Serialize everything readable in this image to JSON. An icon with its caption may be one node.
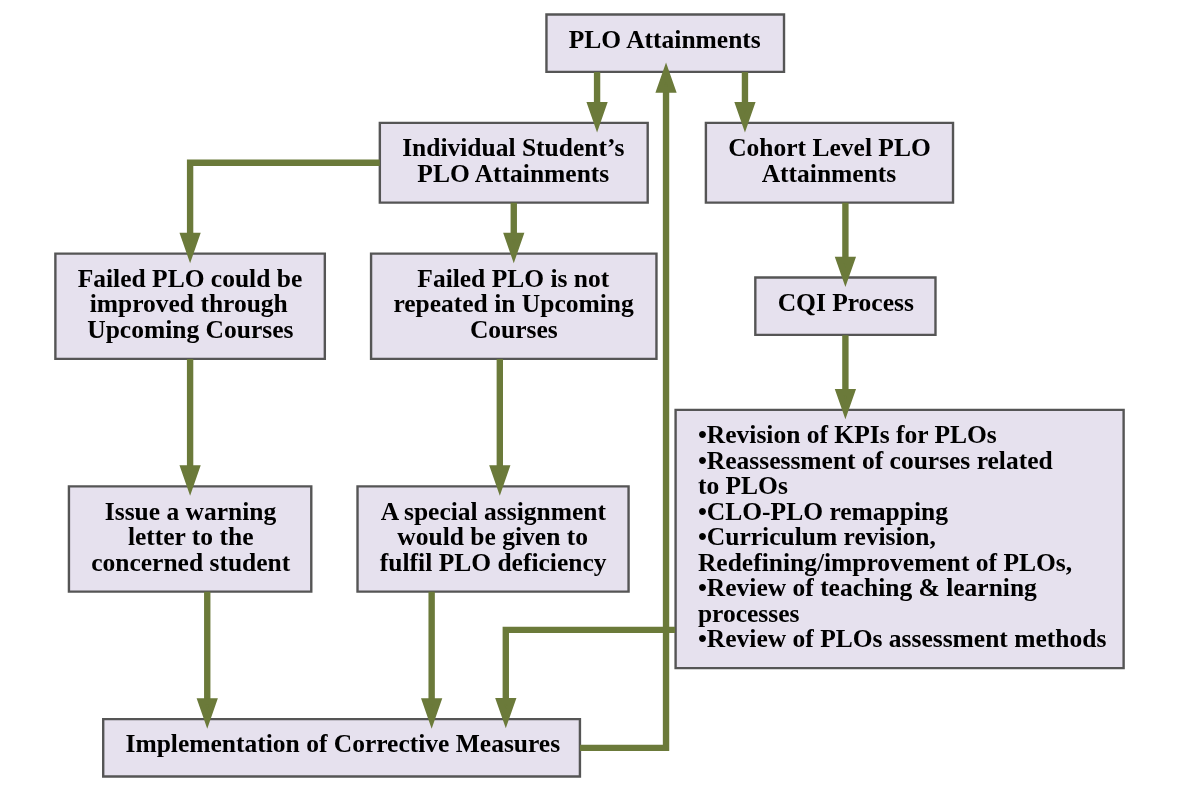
{
  "diagram": {
    "nodes": [
      {
        "text": [
          "PLO Attainments"
        ]
      },
      {
        "text": [
          "Individual Student’s PLO Attainments"
        ]
      },
      {
        "text": [
          "Cohort Level PLO Attainments"
        ]
      },
      {
        "text": [
          "Failed PLO could be improved through Upcoming Courses"
        ]
      },
      {
        "text": [
          "Failed PLO is not repeated in Upcoming Courses"
        ]
      },
      {
        "text": [
          "CQI Process"
        ]
      },
      {
        "text": [
          "Issue a warning letter to the concerned student"
        ]
      },
      {
        "text": [
          "A special assignment would be given to fulfil PLO deficiency"
        ]
      },
      {
        "text": [
          "Implementation of Corrective Measures"
        ]
      },
      {
        "text": [
          "•Revision of KPIs for PLOs",
          "•Reassessment of courses related to PLOs",
          "•CLO-PLO remapping",
          "•Curriculum revision, Redefining/improvement of PLOs,",
          "•Review of teaching & learning processes",
          "•Review of PLOs assessment methods"
        ]
      }
    ],
    "edges": [
      {
        "from": 0,
        "to": 1,
        "arrow": "to"
      },
      {
        "from": 0,
        "to": 2,
        "arrow": "to"
      },
      {
        "from": 1,
        "to": 3,
        "arrow": "to"
      },
      {
        "from": 1,
        "to": 4,
        "arrow": "to"
      },
      {
        "from": 2,
        "to": 5,
        "arrow": "to"
      },
      {
        "from": 5,
        "to": 9,
        "arrow": "to"
      },
      {
        "from": 3,
        "to": 6,
        "arrow": "to"
      },
      {
        "from": 4,
        "to": 7,
        "arrow": "to"
      },
      {
        "from": 6,
        "to": 8,
        "arrow": "to"
      },
      {
        "from": 7,
        "to": 8,
        "arrow": "to"
      },
      {
        "from": 9,
        "to": 8,
        "arrow": "to"
      },
      {
        "from": 8,
        "to": 0,
        "arrow": "to"
      }
    ]
  }
}
